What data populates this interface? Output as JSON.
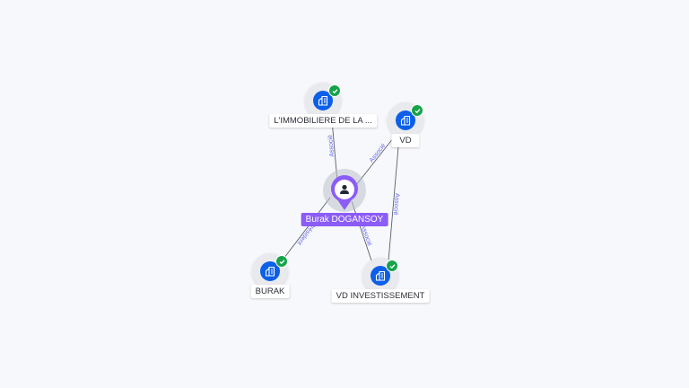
{
  "colors": {
    "person": "#8b5cf6",
    "company": "#0b5fe8",
    "check": "#16a34a",
    "edge": "#5b5f6b",
    "edge_label": "#6366f1"
  },
  "nodes": {
    "person": {
      "label": "Burak DOGANSOY",
      "icon": "person-icon"
    },
    "immobiliere": {
      "label": "L'IMMOBILIERE DE LA ...",
      "icon": "company-building-icon"
    },
    "vd": {
      "label": "VD",
      "icon": "company-building-icon"
    },
    "burak": {
      "label": "BURAK",
      "icon": "company-building-icon"
    },
    "vd_investissement": {
      "label": "VD INVESTISSEMENT",
      "icon": "company-building-icon"
    }
  },
  "edges": [
    {
      "from": "person",
      "to": "immobiliere",
      "label": "Associé"
    },
    {
      "from": "person",
      "to": "vd",
      "label": "Associé"
    },
    {
      "from": "person",
      "to": "burak",
      "label": "Président"
    },
    {
      "from": "person",
      "to": "vd_investissement",
      "label": "Associé"
    },
    {
      "from": "vd",
      "to": "vd_investissement",
      "label": "Associé"
    }
  ]
}
